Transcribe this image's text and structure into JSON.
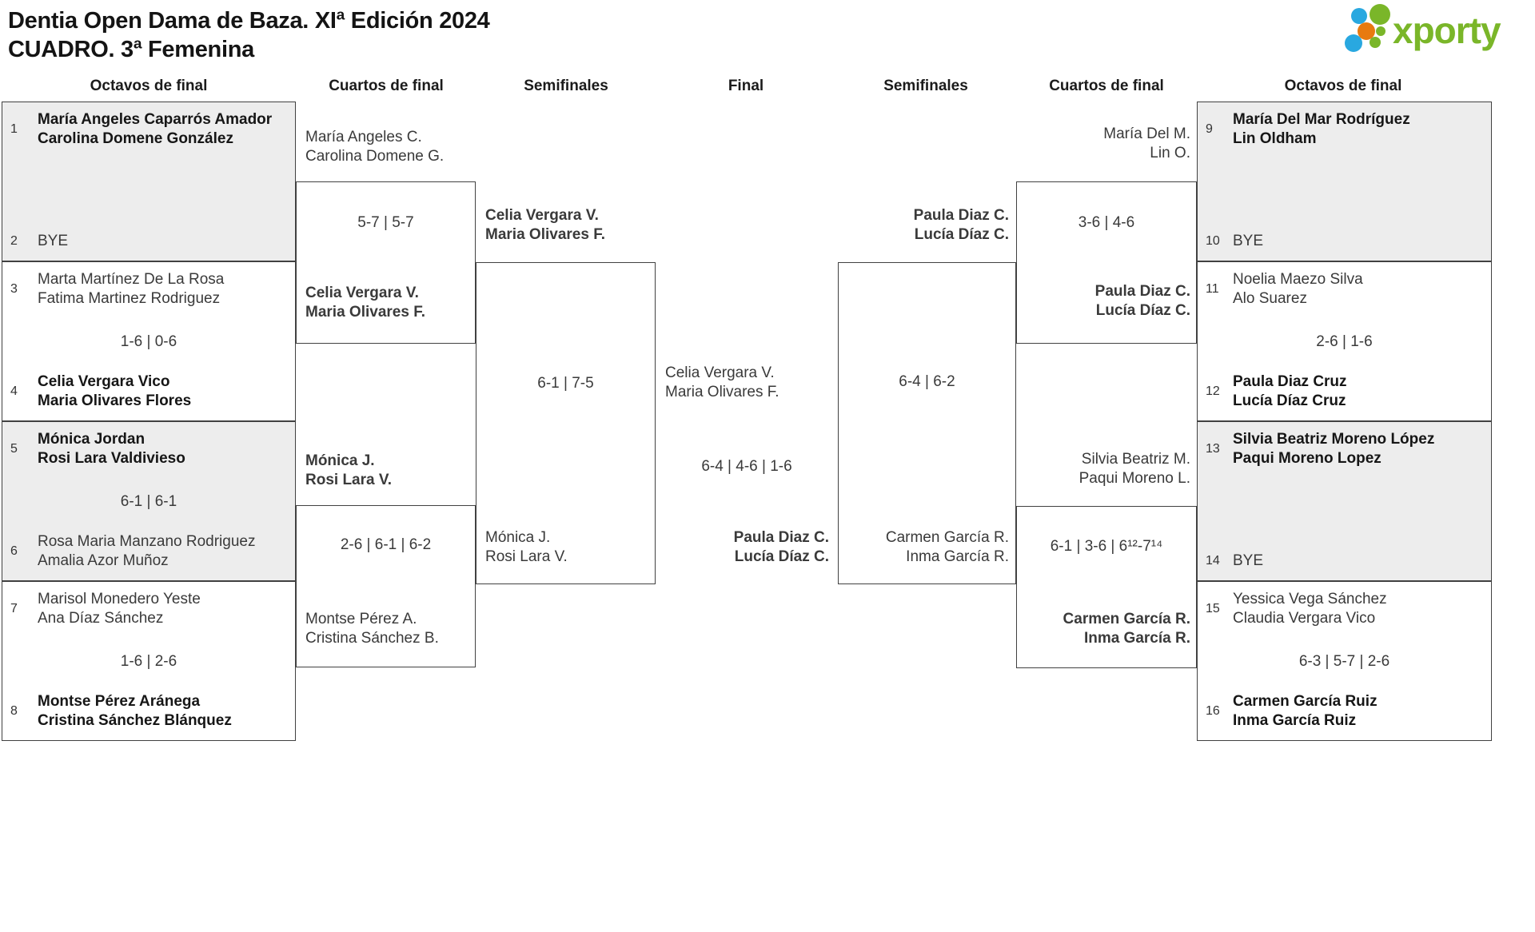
{
  "header": {
    "title_line1": "Dentia Open Dama de Baza. XIª Edición 2024",
    "title_line2": "CUADRO. 3ª Femenina",
    "logo_text": "xporty"
  },
  "colors": {
    "brand_green": "#7ab629",
    "brand_blue": "#29a8e0",
    "brand_orange": "#e87a10",
    "shaded_box": "#ededed",
    "line": "#414141",
    "text": "#3a3a3a"
  },
  "round_headers": [
    "Octavos de final",
    "Cuartos de final",
    "Semifinales",
    "Final",
    "Semifinales",
    "Cuartos de final",
    "Octavos de final"
  ],
  "octavos_left": [
    {
      "seed1": "1",
      "team1": [
        "María Angeles Caparrós Amador",
        "Carolina Domene González"
      ],
      "team1_winner": true,
      "score": "",
      "seed2": "2",
      "team2": [
        "BYE"
      ],
      "team2_winner": false
    },
    {
      "seed1": "3",
      "team1": [
        "Marta Martínez De La Rosa",
        "Fatima Martinez Rodriguez"
      ],
      "team1_winner": false,
      "score": "1-6 | 0-6",
      "seed2": "4",
      "team2": [
        "Celia Vergara Vico",
        "Maria Olivares Flores"
      ],
      "team2_winner": true
    },
    {
      "seed1": "5",
      "team1": [
        "Mónica Jordan",
        "Rosi Lara Valdivieso"
      ],
      "team1_winner": true,
      "score": "6-1 | 6-1",
      "seed2": "6",
      "team2": [
        "Rosa Maria Manzano Rodriguez",
        "Amalia Azor Muñoz"
      ],
      "team2_winner": false
    },
    {
      "seed1": "7",
      "team1": [
        "Marisol Monedero Yeste",
        "Ana Díaz Sánchez"
      ],
      "team1_winner": false,
      "score": "1-6 | 2-6",
      "seed2": "8",
      "team2": [
        "Montse Pérez Aránega",
        "Cristina Sánchez Blánquez"
      ],
      "team2_winner": true
    }
  ],
  "octavos_right": [
    {
      "seed1": "9",
      "team1": [
        "María Del Mar Rodríguez",
        "Lin Oldham"
      ],
      "team1_winner": true,
      "score": "",
      "seed2": "10",
      "team2": [
        "BYE"
      ],
      "team2_winner": false
    },
    {
      "seed1": "11",
      "team1": [
        "Noelia Maezo Silva",
        "Alo Suarez"
      ],
      "team1_winner": false,
      "score": "2-6 | 1-6",
      "seed2": "12",
      "team2": [
        "Paula Diaz Cruz",
        "Lucía Díaz Cruz"
      ],
      "team2_winner": true
    },
    {
      "seed1": "13",
      "team1": [
        "Silvia Beatriz Moreno López",
        "Paqui Moreno Lopez"
      ],
      "team1_winner": true,
      "score": "",
      "seed2": "14",
      "team2": [
        "BYE"
      ],
      "team2_winner": false
    },
    {
      "seed1": "15",
      "team1": [
        "Yessica Vega Sánchez",
        "Claudia Vergara Vico"
      ],
      "team1_winner": false,
      "score": "6-3 | 5-7 | 2-6",
      "seed2": "16",
      "team2": [
        "Carmen García Ruiz",
        "Inma García Ruiz"
      ],
      "team2_winner": true
    }
  ],
  "cuartos_left": [
    {
      "team1": [
        "María Angeles C.",
        "Carolina Domene G."
      ],
      "team1_winner": false,
      "score": "5-7 | 5-7",
      "team2": [
        "Celia Vergara V.",
        "Maria Olivares F."
      ],
      "team2_winner": true
    },
    {
      "team1": [
        "Mónica J.",
        "Rosi Lara V."
      ],
      "team1_winner": true,
      "score": "2-6 | 6-1 | 6-2",
      "team2": [
        "Montse Pérez A.",
        "Cristina Sánchez B."
      ],
      "team2_winner": false
    }
  ],
  "cuartos_right": [
    {
      "team1": [
        "María Del M.",
        "Lin O."
      ],
      "team1_winner": false,
      "score": "3-6 | 4-6",
      "team2": [
        "Paula Diaz C.",
        "Lucía Díaz C."
      ],
      "team2_winner": true
    },
    {
      "team1": [
        "Silvia Beatriz M.",
        "Paqui Moreno L."
      ],
      "team1_winner": false,
      "score": "6-1 | 3-6 | 6¹²-7¹⁴",
      "team2": [
        "Carmen García R.",
        "Inma García R."
      ],
      "team2_winner": true
    }
  ],
  "semifinal_left": {
    "team1": [
      "Celia Vergara V.",
      "Maria Olivares F."
    ],
    "team1_winner": true,
    "score": "6-1 | 7-5",
    "team2": [
      "Mónica J.",
      "Rosi Lara V."
    ],
    "team2_winner": false
  },
  "semifinal_right": {
    "team1": [
      "Paula Diaz C.",
      "Lucía Díaz C."
    ],
    "team1_winner": true,
    "score": "6-4 | 6-2",
    "team2": [
      "Carmen García R.",
      "Inma García R."
    ],
    "team2_winner": false
  },
  "final": {
    "team1": [
      "Celia Vergara V.",
      "Maria Olivares F."
    ],
    "team1_winner": false,
    "score": "6-4 | 4-6 | 1-6",
    "team2": [
      "Paula Diaz C.",
      "Lucía Díaz C."
    ],
    "team2_winner": true
  }
}
